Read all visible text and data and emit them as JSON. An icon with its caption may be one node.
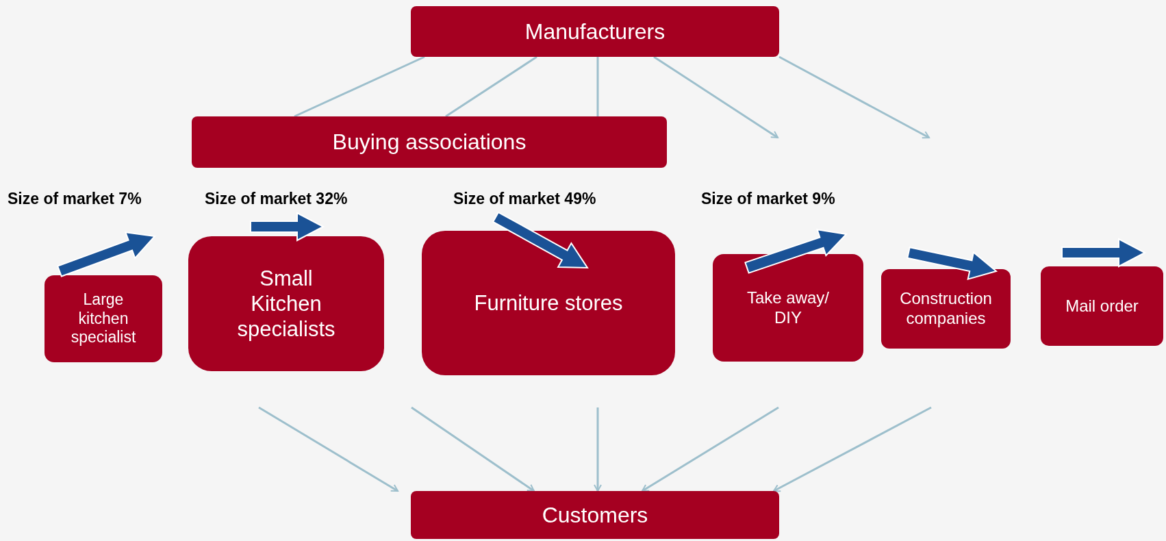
{
  "diagram": {
    "nodes": [
      {
        "text": [
          "Manufacturers"
        ]
      },
      {
        "text": [
          "Buying associations"
        ]
      },
      {
        "text": [
          "Large kitchen specialist"
        ]
      },
      {
        "text": [
          "Small Kitchen specialists"
        ]
      },
      {
        "text": [
          "Furniture stores"
        ]
      },
      {
        "text": [
          "Take away/ DIY"
        ]
      },
      {
        "text": [
          "Construction companies"
        ]
      },
      {
        "text": [
          "Mail order"
        ]
      },
      {
        "text": [
          "Customers"
        ]
      }
    ],
    "edges": [
      {
        "from": 0,
        "to": 1,
        "arrow": "none"
      },
      {
        "from": 0,
        "to": 1,
        "arrow": "none"
      },
      {
        "from": 0,
        "to": 1,
        "arrow": "none"
      },
      {
        "from": 0,
        "to": null,
        "arrow": "to"
      },
      {
        "from": 0,
        "to": null,
        "arrow": "to"
      },
      {
        "from": null,
        "to": 8,
        "arrow": "to"
      },
      {
        "from": null,
        "to": 8,
        "arrow": "to"
      },
      {
        "from": null,
        "to": 8,
        "arrow": "to"
      },
      {
        "from": null,
        "to": 8,
        "arrow": "to"
      },
      {
        "from": null,
        "to": 8,
        "arrow": "to"
      }
    ],
    "labels": [
      "Size of market 7%",
      "Size of market 32%",
      "Size of market 49%",
      "Size of market 9%"
    ]
  }
}
